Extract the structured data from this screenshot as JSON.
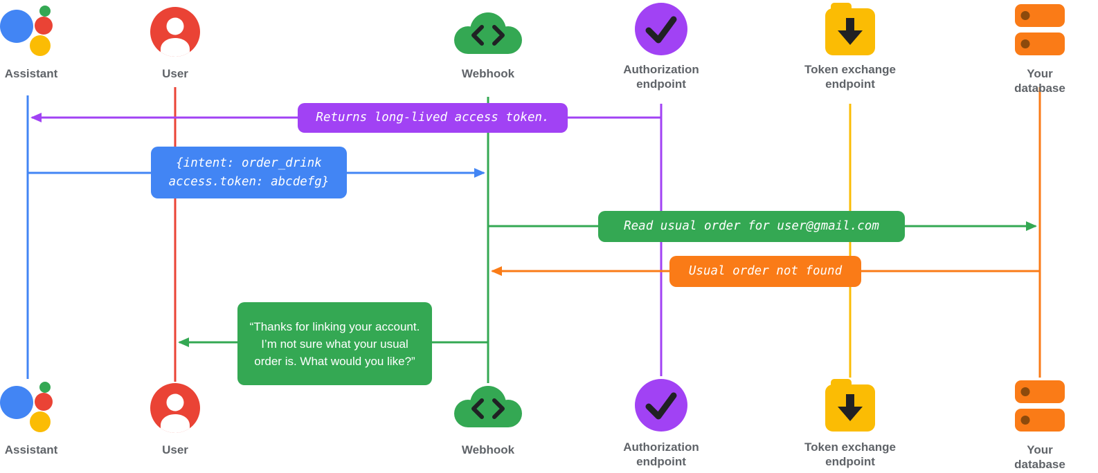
{
  "palette": {
    "blue": "#4285F4",
    "red": "#EA4335",
    "green": "#34A853",
    "purple": "#A142F4",
    "yellow": "#FBBC04",
    "orange": "#FA7B17",
    "label_gray": "#5F6368",
    "glyph_dark": "#202124",
    "box_text": "#FFFFFF"
  },
  "lanes": [
    {
      "id": "assistant",
      "label": "Assistant"
    },
    {
      "id": "user",
      "label": "User"
    },
    {
      "id": "webhook",
      "label": "Webhook"
    },
    {
      "id": "authorization",
      "label": "Authorization\nendpoint"
    },
    {
      "id": "token_exchange",
      "label": "Token exchange\nendpoint"
    },
    {
      "id": "database",
      "label": "Your database"
    }
  ],
  "messages": [
    {
      "from": "authorization",
      "to": "assistant",
      "color": "#A142F4",
      "text": "Returns long-lived access token."
    },
    {
      "from": "assistant",
      "to": "webhook",
      "color": "#4285F4",
      "text": "{intent: order_drink\naccess.token: abcdefg}"
    },
    {
      "from": "webhook",
      "to": "database",
      "color": "#34A853",
      "text": "Read usual order for user@gmail.com"
    },
    {
      "from": "database",
      "to": "webhook",
      "color": "#FA7B17",
      "text": "Usual order not found"
    },
    {
      "from": "webhook",
      "to": "user",
      "color": "#34A853",
      "text": "“Thanks for linking your account. I’m not sure what your usual order is. What would you like?”"
    }
  ]
}
